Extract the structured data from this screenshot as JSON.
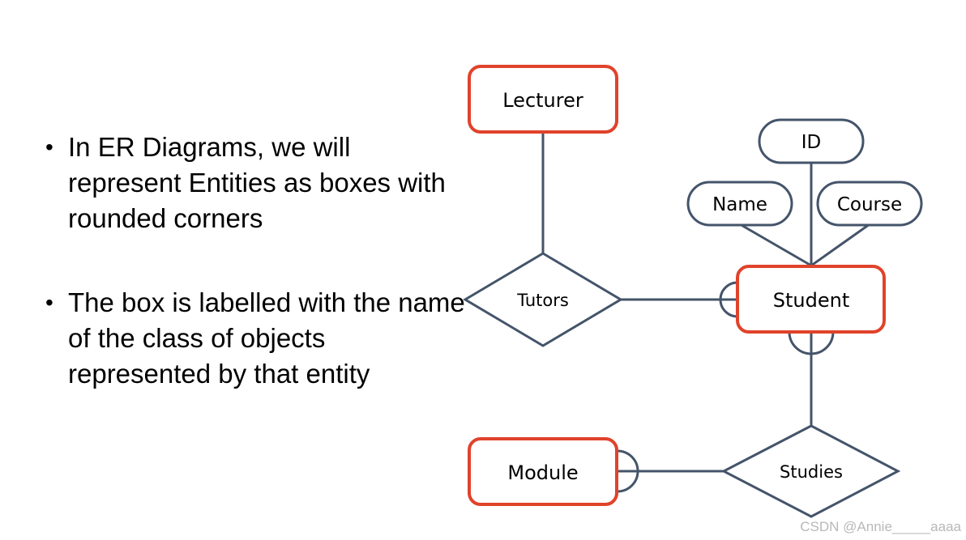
{
  "bullets": [
    "In ER Diagrams, we will represent Entities as boxes with rounded corners",
    "The box is labelled with the name of the class of objects represented by that entity"
  ],
  "diagram": {
    "entities": [
      "Lecturer",
      "Student",
      "Module"
    ],
    "relationships": [
      "Tutors",
      "Studies"
    ],
    "attributes": [
      "ID",
      "Name",
      "Course"
    ],
    "colors": {
      "entity_border": "#e0432b",
      "shape_stroke": "#44546a"
    }
  },
  "watermark": "CSDN @Annie_____aaaa"
}
